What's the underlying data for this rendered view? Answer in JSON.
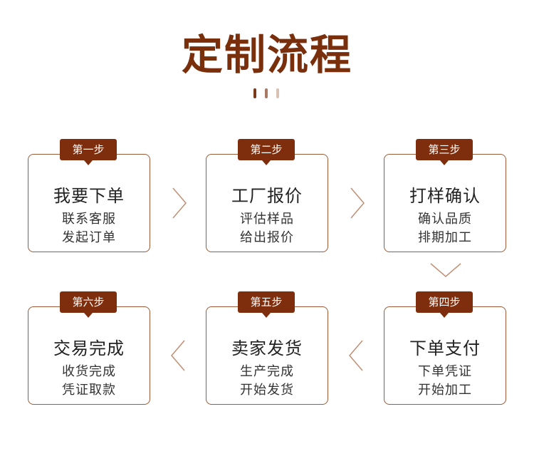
{
  "title": "定制流程",
  "accent_color": "#7f2e0d",
  "steps": [
    {
      "badge": "第一步",
      "title": "我要下单",
      "line1": "联系客服",
      "line2": "发起订单"
    },
    {
      "badge": "第二步",
      "title": "工厂报价",
      "line1": "评估样品",
      "line2": "给出报价"
    },
    {
      "badge": "第三步",
      "title": "打样确认",
      "line1": "确认品质",
      "line2": "排期加工"
    },
    {
      "badge": "第四步",
      "title": "下单支付",
      "line1": "下单凭证",
      "line2": "开始加工"
    },
    {
      "badge": "第五步",
      "title": "卖家发货",
      "line1": "生产完成",
      "line2": "开始发货"
    },
    {
      "badge": "第六步",
      "title": "交易完成",
      "line1": "收货完成",
      "line2": "凭证取款"
    }
  ]
}
